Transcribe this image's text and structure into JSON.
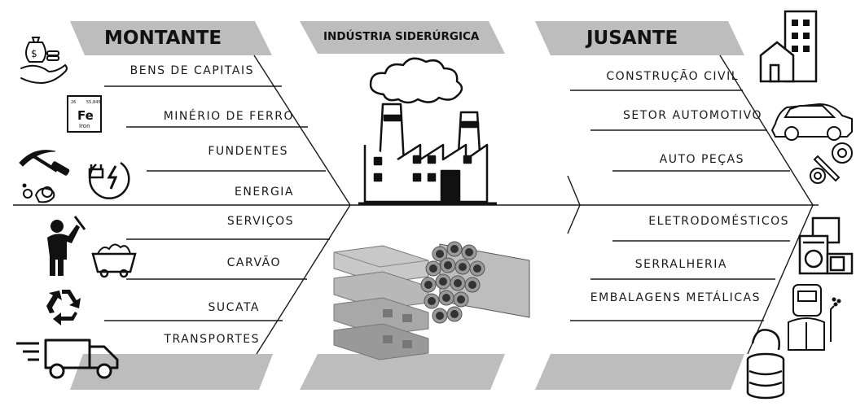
{
  "headers": {
    "upstream": "MONTANTE",
    "industry": "INDÚSTRIA SIDERÚRGICA",
    "downstream": "JUSANTE"
  },
  "upstream_items": [
    "BENS DE CAPITAIS",
    "MINÉRIO DE FERRO",
    "FUNDENTES",
    "ENERGIA",
    "SERVIÇOS",
    "CARVÃO",
    "SUCATA",
    "TRANSPORTES"
  ],
  "downstream_items": [
    "CONSTRUÇÃO CIVIL",
    "SETOR AUTOMOTIVO",
    "AUTO PEÇAS",
    "ELETRODOMÉSTICOS",
    "SERRALHERIA",
    "EMBALAGENS METÁLICAS"
  ],
  "element_card": {
    "number": "26",
    "mass": "55,845",
    "symbol": "Fe",
    "name": "Iron"
  },
  "icons": [
    "money-hand-icon",
    "iron-element-icon",
    "pickaxe-icon",
    "plug-energy-icon",
    "miner-icon",
    "coal-cart-icon",
    "recycle-icon",
    "truck-icon",
    "factory-icon",
    "steel-products-icon",
    "building-icon",
    "car-icon",
    "gear-wrench-icon",
    "appliances-icon",
    "welder-icon",
    "can-icon"
  ],
  "colors": {
    "banner": "#bdbdbd",
    "line": "#1a1a1a"
  }
}
